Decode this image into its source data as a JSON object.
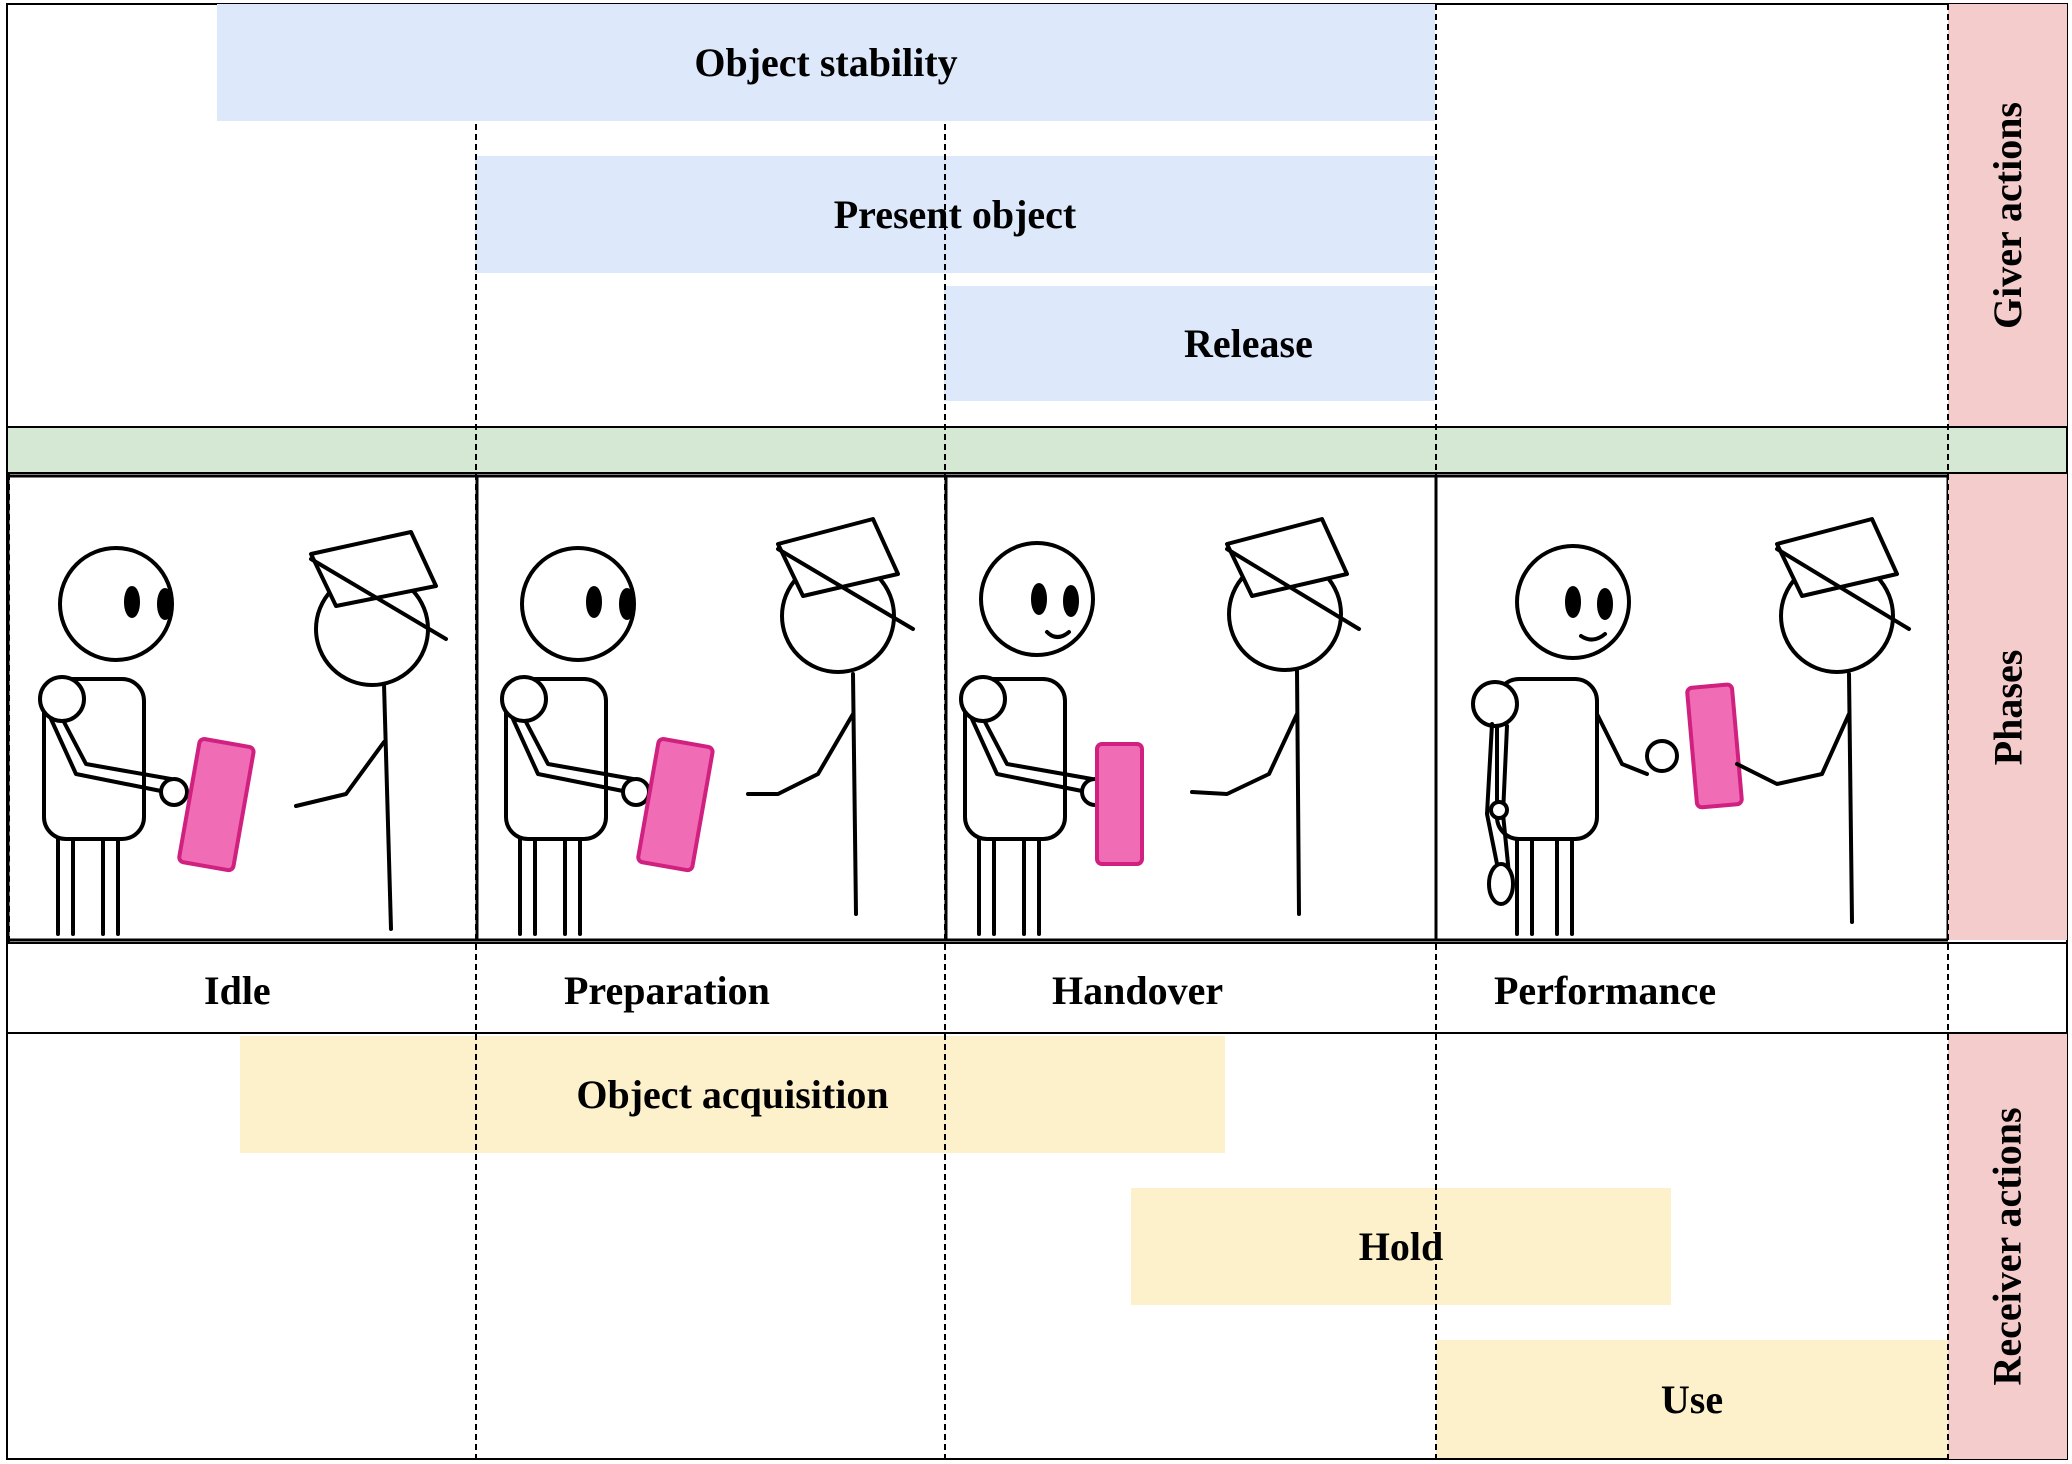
{
  "giver_actions": {
    "label": "Giver actions",
    "object_stability": "Object stability",
    "present_object": "Present object",
    "release": "Release"
  },
  "phases": {
    "label": "Phases",
    "items": [
      "Idle",
      "Preparation",
      "Handover",
      "Performance"
    ]
  },
  "receiver_actions": {
    "label": "Receiver actions",
    "object_acquisition": "Object acquisition",
    "hold": "Hold",
    "use": "Use"
  },
  "colors": {
    "giver_bar": "#dde8fa",
    "receiver_bar": "#fdf1cc",
    "side_label": "#f4cccc",
    "divider_band": "#d5e8d4",
    "object": "#f06cb4"
  }
}
